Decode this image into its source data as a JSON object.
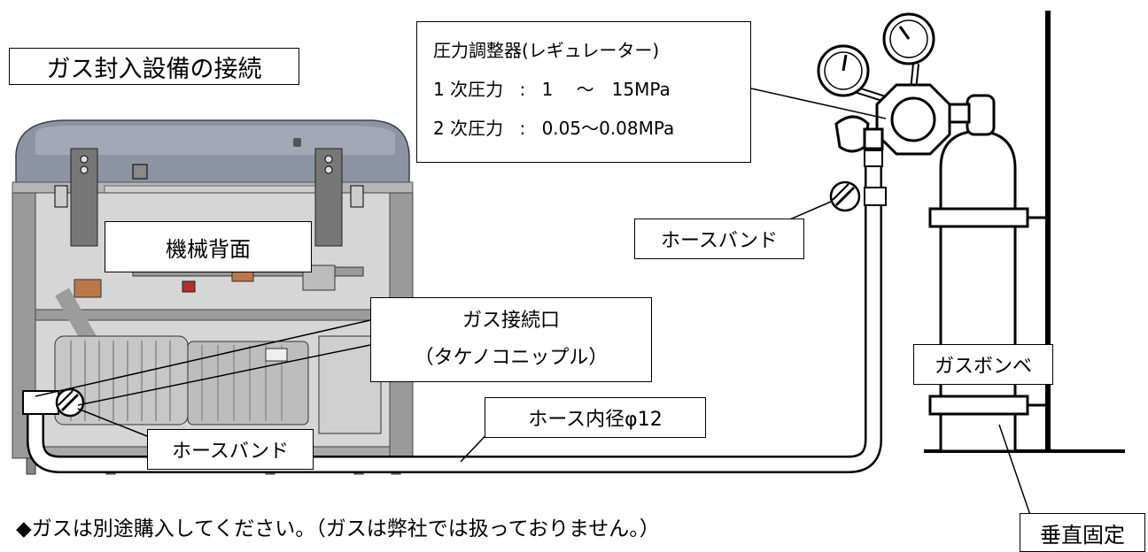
{
  "title": "ガス封入設備の接続",
  "regulator": {
    "title": "圧力調整器(レギュレーター)",
    "primary_label": "1 次圧力",
    "primary_value": "1　 ～　15MPa",
    "secondary_label": "2 次圧力",
    "secondary_value": "0.05～0.08MPa",
    "separator": ":"
  },
  "labels": {
    "machine_back": "機械背面",
    "hose_band_right": "ホースバンド",
    "gas_inlet_line1": "ガス接続口",
    "gas_inlet_line2": "（タケノコニップル）",
    "gas_cylinder": "ガスボンベ",
    "hose_diameter": "ホース内径φ12",
    "hose_band_left": "ホースバンド",
    "vertical_fix": "垂直固定"
  },
  "footnote": "◆ガスは別途購入してください。（ガスは弊社では扱っておりません。）",
  "colors": {
    "machine_lid": "#8c93a3",
    "machine_frame": "#9a9a9a",
    "copper_fitting": "#b9784a",
    "line": "#000000"
  }
}
